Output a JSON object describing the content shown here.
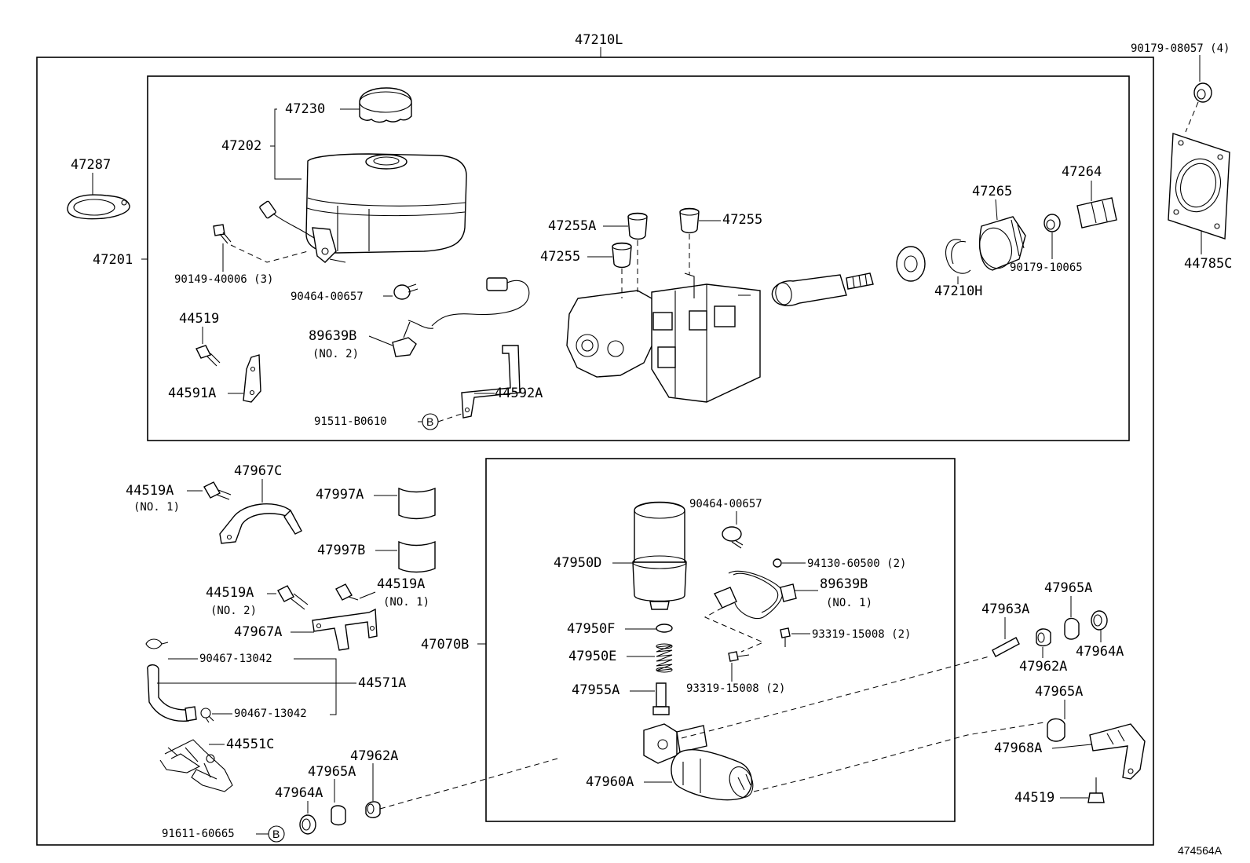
{
  "diagram": {
    "assembly_label": "47210L",
    "top_right_nut": "90179-08057 (4)",
    "gasket_left": "47287",
    "reservoir_group": "47201",
    "cap": "47230",
    "reservoir": "47202",
    "bolt_reservoir": "90149-40006 (3)",
    "clamp_upper": "90464-00657",
    "bolt_bracket": "44519",
    "bracket_left": "44591A",
    "sensor_no2": "89639B",
    "sensor_no2_note": "(NO. 2)",
    "bracket_pipe": "44592A",
    "clip_upper": "91511-B0610",
    "marker_b": "B",
    "plug_a": "47255A",
    "plug_1": "47255",
    "plug_2": "47255",
    "boot": "47265",
    "pin_connector": "47264",
    "nut_boot": "90179-10065",
    "snap_ring": "47210H",
    "gasket_right": "44785C",
    "bolt_no1": "44519A",
    "bolt_no1_note": "(NO. 1)",
    "bracket_c": "47967C",
    "pad_a": "47997A",
    "pad_b": "47997B",
    "bolt_no2": "44519A",
    "bolt_no2_note": "(NO. 2)",
    "bolt_no1b": "44519A",
    "bolt_no1b_note": "(NO. 1)",
    "bracket_a": "47967A",
    "clip_hose_1": "90467-13042",
    "hose": "44571A",
    "clip_hose_2": "90467-13042",
    "pipe": "44551C",
    "cushion_a": "47962A",
    "grommet_a": "47965A",
    "grommet_b": "47964A",
    "clip_lower": "91611-60665",
    "pump_group": "47070B",
    "clamp_lower": "90464-00657",
    "accumulator": "47950D",
    "nut_small": "94130-60500 (2)",
    "sensor_no1": "89639B",
    "sensor_no1_note": "(NO. 1)",
    "o_ring": "47950F",
    "spring": "47950E",
    "screw_1": "93319-15008 (2)",
    "screw_2": "93319-15008 (2)",
    "valve": "47955A",
    "pump_motor": "47960A",
    "collar_r": "47963A",
    "grommet_r1": "47965A",
    "cushion_r": "47962A",
    "grommet_r2": "47964A",
    "grommet_r3": "47965A",
    "bracket_r": "47968A",
    "bolt_r": "44519",
    "illustration_code": "474564A"
  }
}
